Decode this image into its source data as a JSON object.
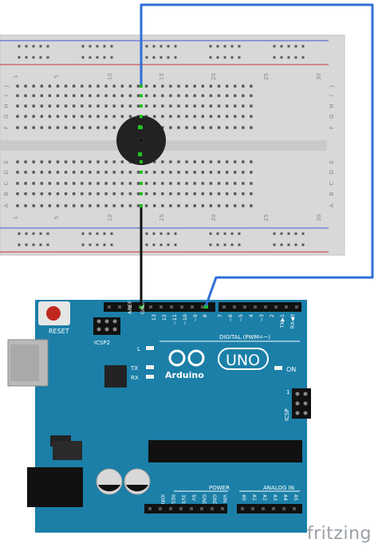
{
  "breadcolor": "#d7d7d7",
  "wires": {
    "signal_color": "#2f6fd6",
    "ground_color": "#111111",
    "active_hole_color": "#22c322"
  },
  "breadboard": {
    "col_numbers": [
      "1",
      "5",
      "10",
      "15",
      "20",
      "25",
      "30"
    ],
    "rows_top": [
      "J",
      "I",
      "H",
      "G",
      "F"
    ],
    "rows_bottom": [
      "E",
      "D",
      "C",
      "B",
      "A"
    ]
  },
  "arduino": {
    "board_color": "#1b7fa8",
    "reset_label": "RESET",
    "icsp2_label": "ICSP2",
    "icsp_label": "ICSP",
    "icsp_pin1": "1",
    "aref": "AREF",
    "gnd": "GND",
    "digital_pins": [
      "13",
      "12",
      "~11",
      "~10",
      "~9",
      "8",
      "7",
      "~6",
      "~5",
      "4",
      "~3",
      "2",
      "TX▶1",
      "RX◀0"
    ],
    "digital_label": "DIGITAL (PWM=~)",
    "led_l": "L",
    "led_tx": "TX",
    "led_rx": "RX",
    "brand": "Arduino",
    "model": "UNO",
    "on_label": "ON",
    "power_label": "POWER",
    "analog_label": "ANALOG IN",
    "power_pins": [
      "IOREF",
      "RESET",
      "3V3",
      "5V",
      "GND",
      "GND",
      "VIN"
    ],
    "analog_pins": [
      "A0",
      "A1",
      "A2",
      "A3",
      "A4",
      "A5"
    ]
  },
  "footer": {
    "brand": "fritzing"
  }
}
